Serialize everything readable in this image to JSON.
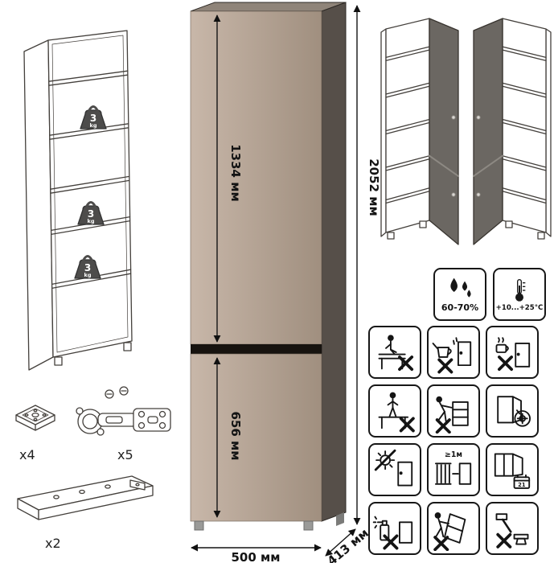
{
  "dimensions": {
    "upper_door_height": "1334 мм",
    "total_height": "2052 мм",
    "lower_door_height": "656 мм",
    "width": "500 мм",
    "depth": "413 мм"
  },
  "shelf_load": {
    "value": "3",
    "unit": "kg"
  },
  "hardware": {
    "foot_count": "x4",
    "hinge_count": "x5",
    "plinth_count": "x2"
  },
  "climate": {
    "humidity_range": "60-70%",
    "temperature_range": "+10...+25°С"
  },
  "pictogram_text": {
    "min_distance_from_heat": "≥1м",
    "calendar_day": "21"
  },
  "icons": {
    "climate": [
      "humidity-drops-icon",
      "thermometer-icon"
    ],
    "warnings": [
      "no-sitting-icon",
      "no-pouring-liquids-icon",
      "no-hot-objects-icon",
      "no-standing-icon",
      "no-dragging-icon",
      "hinge-adjustment-icon",
      "avoid-direct-sunlight-icon",
      "keep-distance-from-heaters-icon",
      "ventilate-room-icon",
      "no-aggressive-cleaners-icon",
      "no-tilting-while-moving-icon",
      "no-hammering-icon"
    ]
  },
  "colors": {
    "front_panel": "#b2a192",
    "side_panel": "#564f49",
    "gap_line": "#17130f",
    "line_art": "#1a1a1a"
  }
}
